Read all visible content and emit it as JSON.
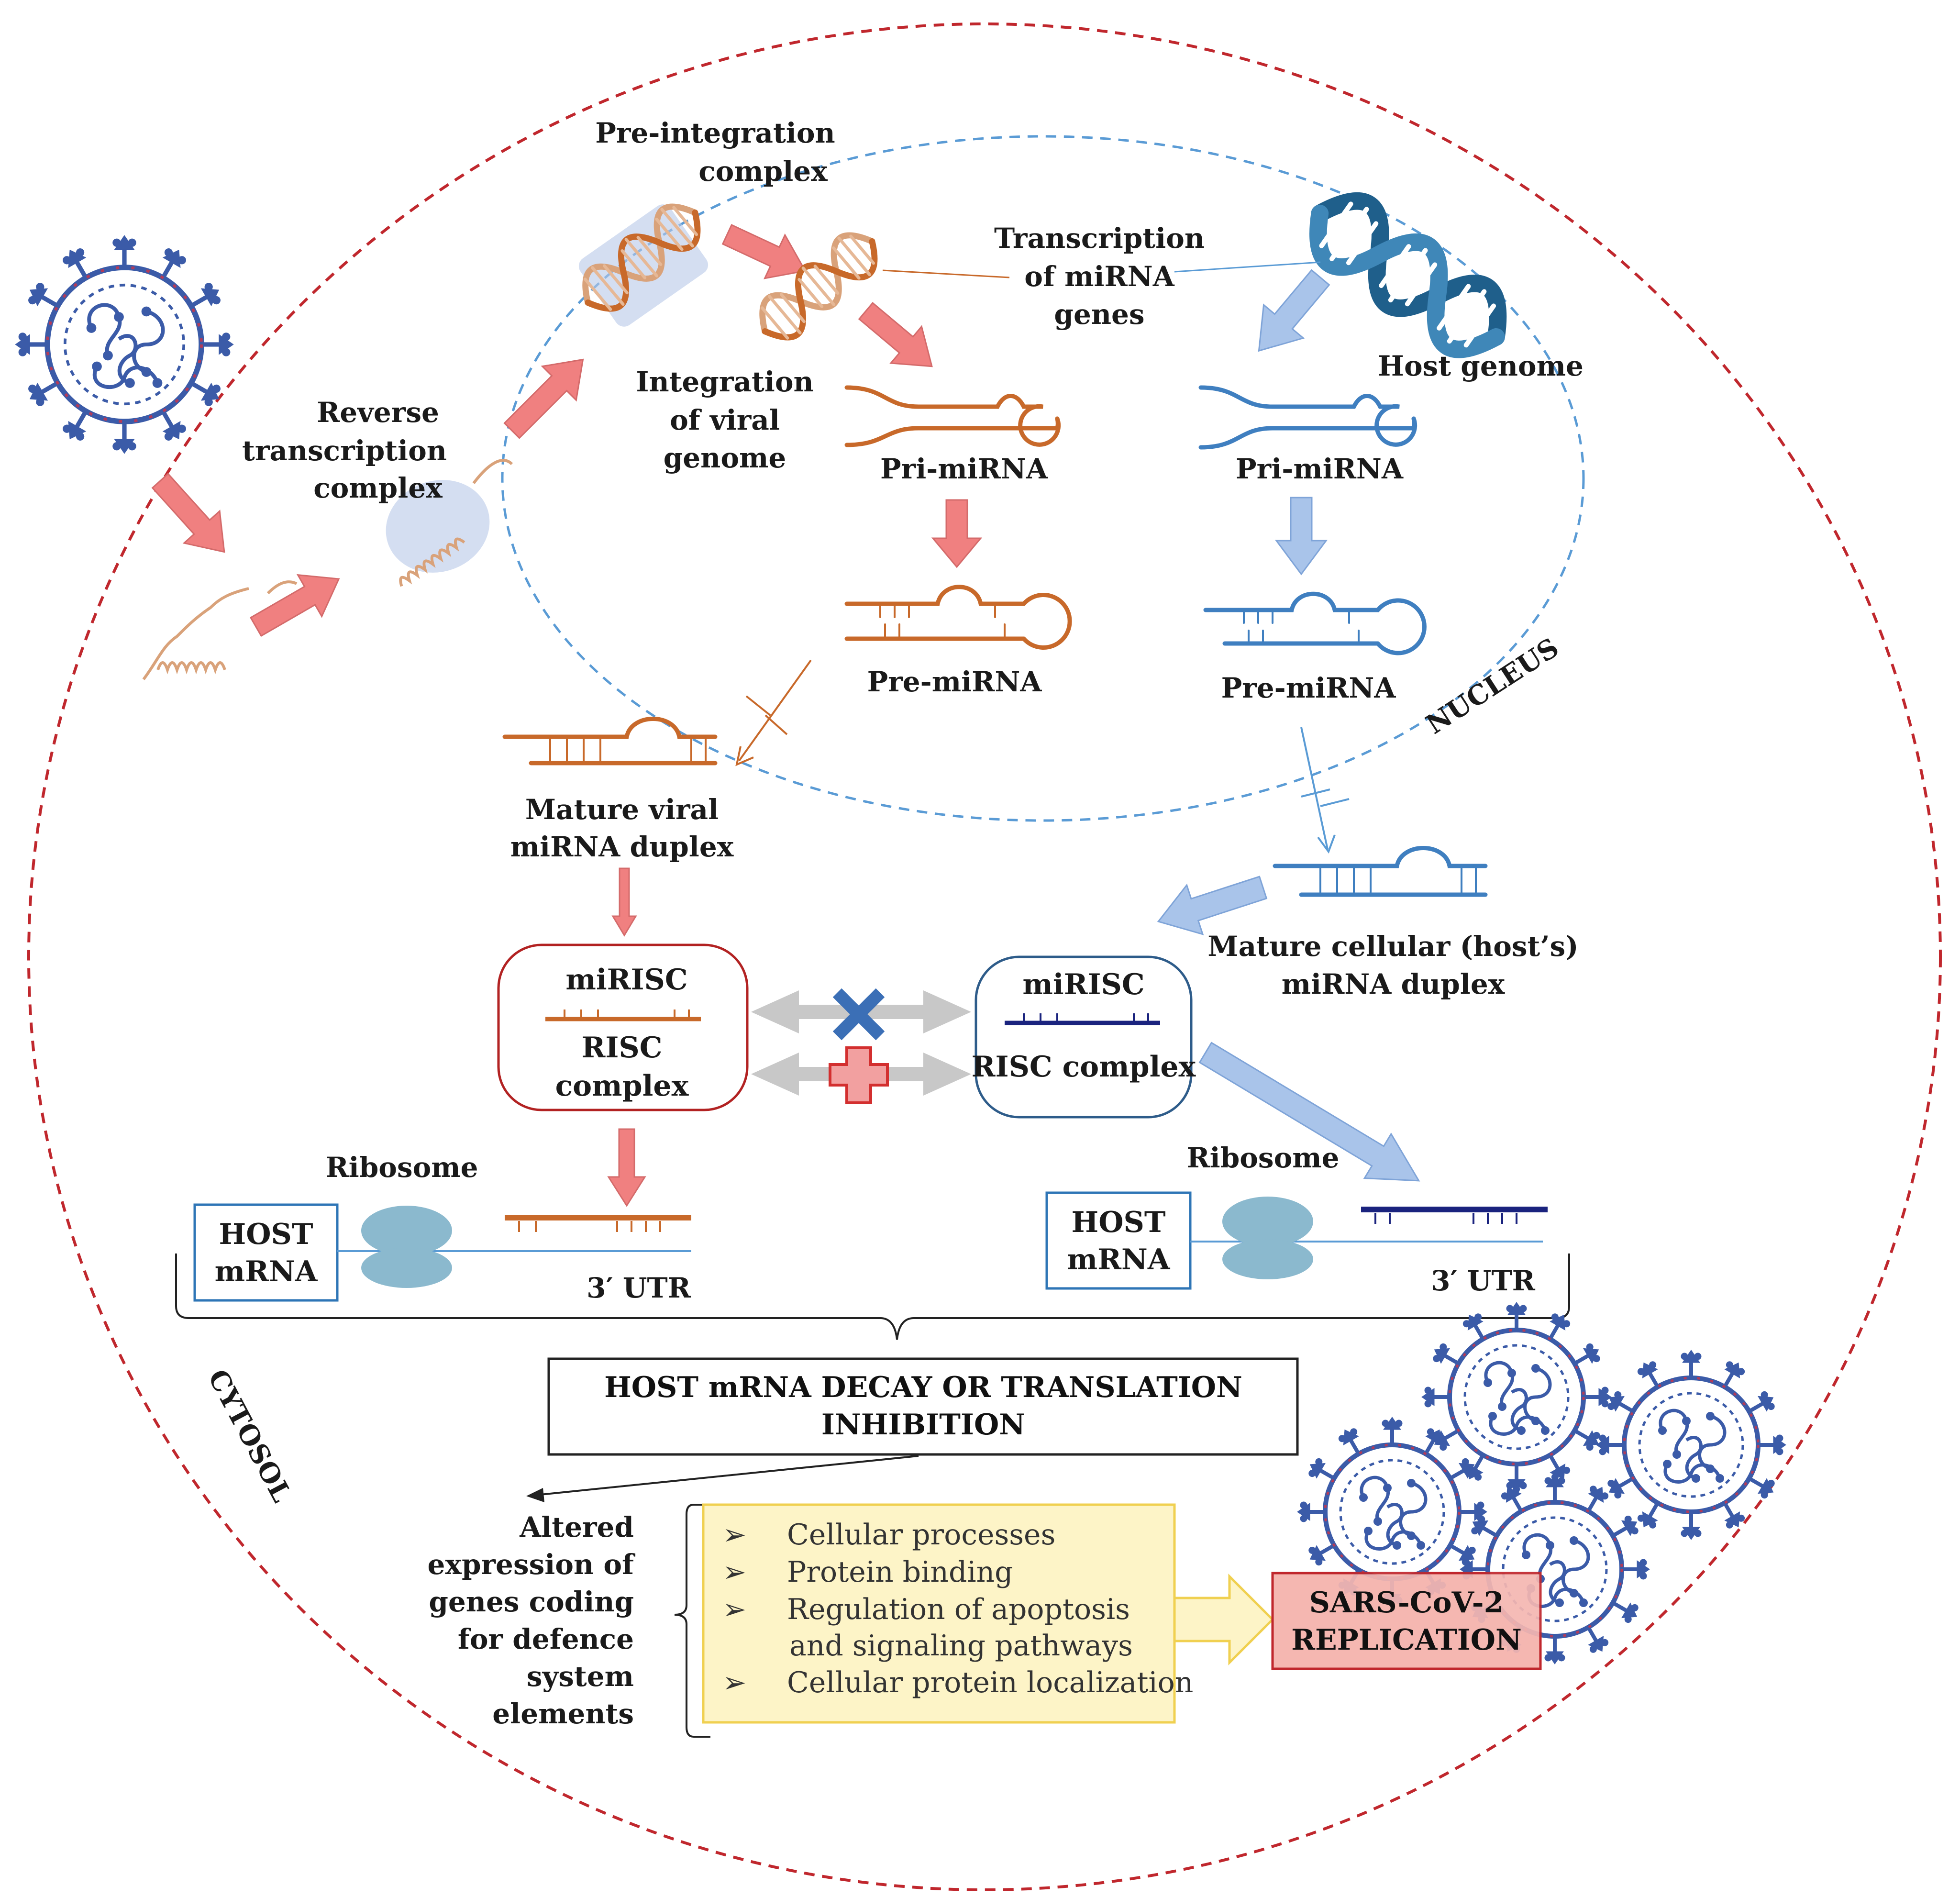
{
  "labels": {
    "pre_integration": [
      "Pre-integration",
      "complex"
    ],
    "transcription": [
      "Transcription",
      "of miRNA",
      "genes"
    ],
    "host_genome": "Host genome",
    "reverse_transcription": [
      "Reverse",
      "transcription",
      "complex"
    ],
    "integration": [
      "Integration",
      "of viral",
      "genome"
    ],
    "viral_pri_mirna": "Pri-miRNA",
    "host_pri_mirna": "Pri-miRNA",
    "viral_pre_mirna": "Pre-miRNA",
    "host_pre_mirna": "Pre-miRNA",
    "nucleus": "NUCLEUS",
    "cytosol": "CYTOSOL",
    "mature_viral": [
      "Mature viral",
      "miRNA duplex"
    ],
    "mature_host": [
      "Mature cellular (host’s)",
      "miRNA duplex"
    ],
    "viral_mirisc": "miRISC",
    "viral_risc": [
      "RISC",
      "complex"
    ],
    "host_mirisc": "miRISC",
    "host_risc": "RISC complex",
    "ribosome_left": "Ribosome",
    "ribosome_right": "Ribosome",
    "host_mrna_left": [
      "HOST",
      "mRNA"
    ],
    "host_mrna_right": [
      "HOST",
      "mRNA"
    ],
    "utr_left": "3′ UTR",
    "utr_right": "3′ UTR",
    "decay_box": [
      "HOST mRNA DECAY OR TRANSLATION",
      "INHIBITION"
    ],
    "altered_expression": [
      "Altered",
      "expression of",
      "genes coding",
      "for defence",
      "system",
      "elements"
    ],
    "process_list": [
      "Cellular processes",
      "Protein binding",
      "Regulation of apoptosis",
      "and signaling pathways",
      "Cellular protein localization"
    ],
    "replication": [
      "SARS-CoV-2",
      "REPLICATION"
    ]
  },
  "icons": {
    "bullet": "➢",
    "virus": "sars-cov-2-virion-icon",
    "dna": "dna-helix-icon",
    "ribosome": "ribosome-icon",
    "block_x": "blue-x-icon",
    "plus": "red-plus-icon"
  },
  "colors": {
    "cell_border": "#c0272d",
    "nucleus_border": "#5a9bd5",
    "viral": "#c8692a",
    "viral_arrow": "#f08080",
    "host": "#3f7fc0",
    "host_arrow": "#a9c4ea",
    "host_dark": "#1a237e",
    "mirisc_viral_border": "#b22222",
    "mirisc_host_border": "#2e5c8a",
    "yellow_fill": "#fdf4c7",
    "yellow_border": "#f0d050",
    "replication_fill": "#f5b7b1",
    "replication_border": "#c0272d",
    "ribosome": "#8bb9ce"
  }
}
